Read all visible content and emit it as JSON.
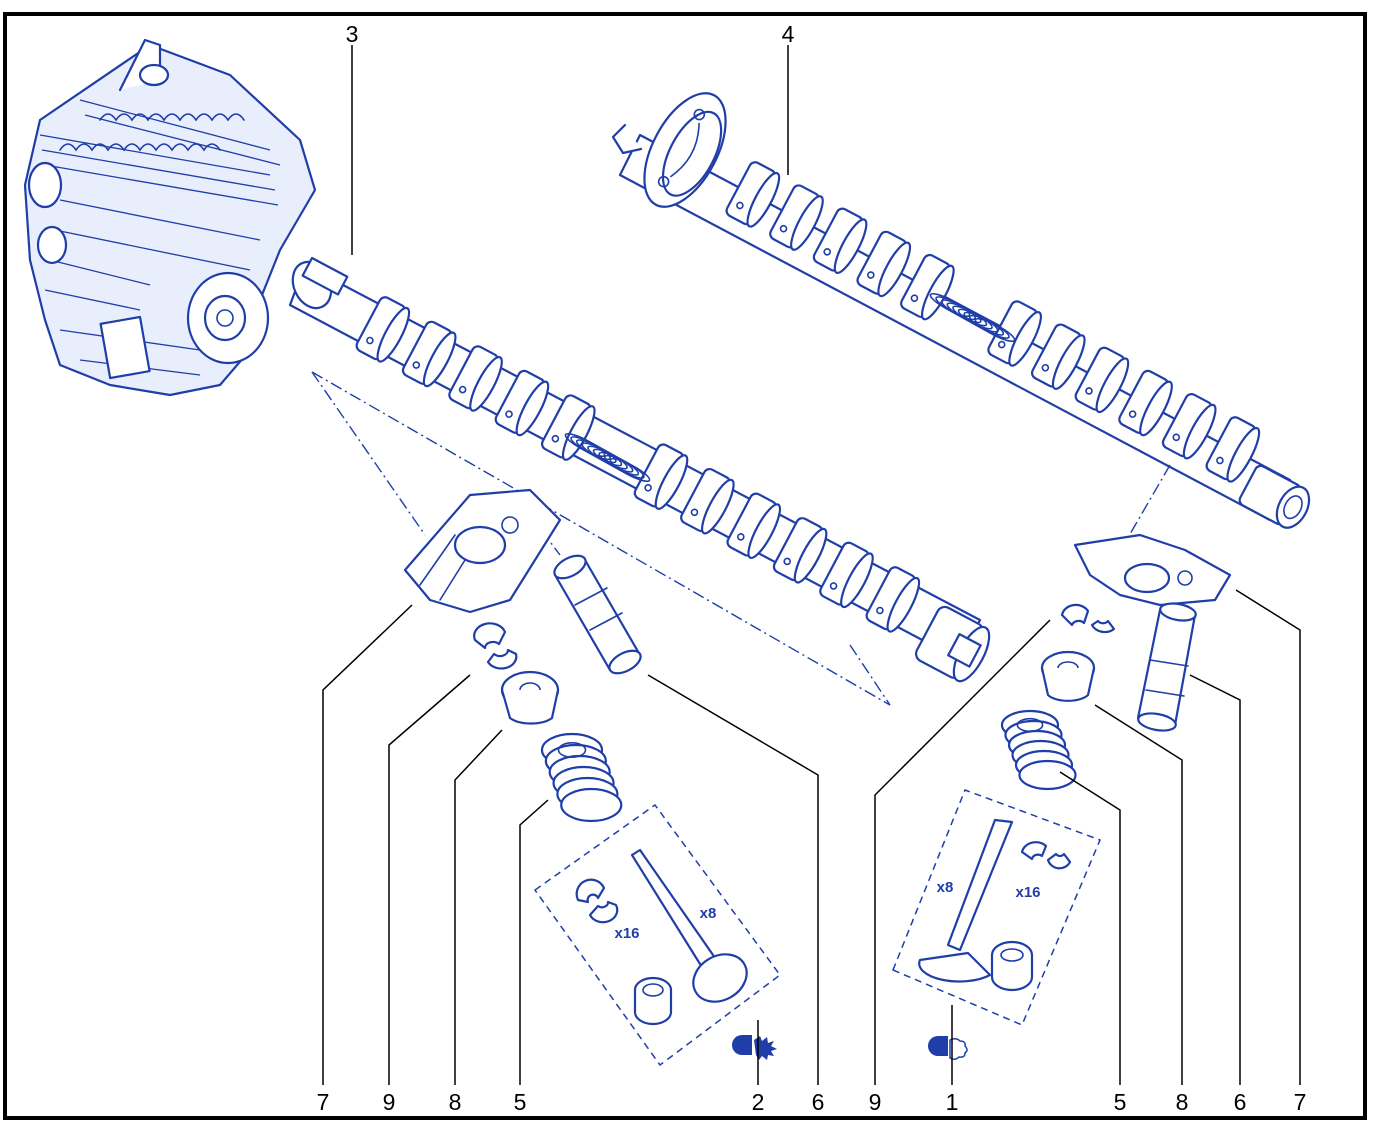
{
  "callouts": [
    {
      "id": "label-3-camshaft",
      "text": "3"
    },
    {
      "id": "label-4-camshaft",
      "text": "4"
    },
    {
      "id": "label-7-left",
      "text": "7"
    },
    {
      "id": "label-9-left",
      "text": "9"
    },
    {
      "id": "label-8-left",
      "text": "8"
    },
    {
      "id": "label-5-left",
      "text": "5"
    },
    {
      "id": "label-2",
      "text": "2"
    },
    {
      "id": "label-6-left",
      "text": "6"
    },
    {
      "id": "label-9-right",
      "text": "9"
    },
    {
      "id": "label-1",
      "text": "1"
    },
    {
      "id": "label-5-right",
      "text": "5"
    },
    {
      "id": "label-8-right",
      "text": "8"
    },
    {
      "id": "label-6-right",
      "text": "6"
    },
    {
      "id": "label-7-right",
      "text": "7"
    }
  ],
  "quantities": {
    "left_valve": "x8",
    "left_keepers": "x16",
    "right_valve": "x8",
    "right_keepers": "x16"
  },
  "colors": {
    "line": "#1f3ea8",
    "frame": "#000000"
  },
  "icons": {
    "intake_symbol": "intake-valve-icon",
    "exhaust_symbol": "exhaust-valve-icon"
  }
}
